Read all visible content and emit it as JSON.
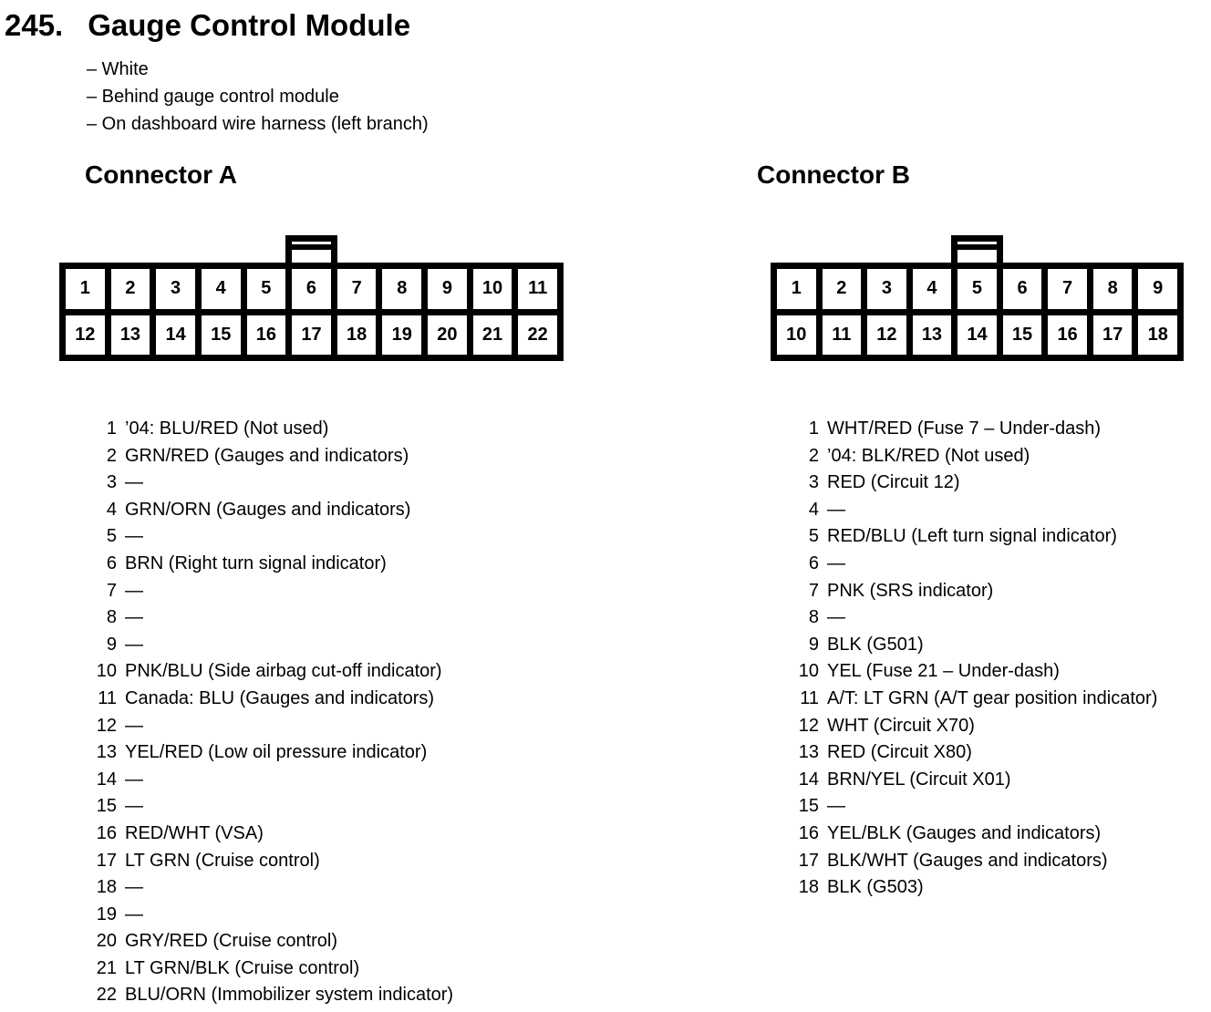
{
  "page": {
    "number": "245.",
    "title": "Gauge Control Module",
    "notes": [
      "– White",
      "– Behind gauge control module",
      "– On dashboard wire harness (left branch)"
    ]
  },
  "colors": {
    "ink": "#000000",
    "paper": "#ffffff"
  },
  "connector_a": {
    "heading": "Connector A",
    "rows": [
      [
        "1",
        "2",
        "3",
        "4",
        "5",
        "6",
        "7",
        "8",
        "9",
        "10",
        "11"
      ],
      [
        "12",
        "13",
        "14",
        "15",
        "16",
        "17",
        "18",
        "19",
        "20",
        "21",
        "22"
      ]
    ],
    "pins": [
      {
        "num": "1",
        "desc": "’04: BLU/RED (Not used)"
      },
      {
        "num": "2",
        "desc": "GRN/RED (Gauges and indicators)"
      },
      {
        "num": "3",
        "desc": "—"
      },
      {
        "num": "4",
        "desc": "GRN/ORN (Gauges and indicators)"
      },
      {
        "num": "5",
        "desc": "—"
      },
      {
        "num": "6",
        "desc": "BRN (Right turn signal indicator)"
      },
      {
        "num": "7",
        "desc": "—"
      },
      {
        "num": "8",
        "desc": "—"
      },
      {
        "num": "9",
        "desc": "—"
      },
      {
        "num": "10",
        "desc": "PNK/BLU (Side airbag cut-off indicator)"
      },
      {
        "num": "11",
        "desc": "Canada: BLU (Gauges and indicators)"
      },
      {
        "num": "12",
        "desc": "—"
      },
      {
        "num": "13",
        "desc": "YEL/RED (Low oil pressure indicator)"
      },
      {
        "num": "14",
        "desc": "—"
      },
      {
        "num": "15",
        "desc": "—"
      },
      {
        "num": "16",
        "desc": "RED/WHT (VSA)"
      },
      {
        "num": "17",
        "desc": "LT GRN (Cruise control)"
      },
      {
        "num": "18",
        "desc": "—"
      },
      {
        "num": "19",
        "desc": "—"
      },
      {
        "num": "20",
        "desc": "GRY/RED (Cruise control)"
      },
      {
        "num": "21",
        "desc": "LT GRN/BLK (Cruise control)"
      },
      {
        "num": "22",
        "desc": "BLU/ORN (Immobilizer system indicator)"
      }
    ]
  },
  "connector_b": {
    "heading": "Connector B",
    "rows": [
      [
        "1",
        "2",
        "3",
        "4",
        "5",
        "6",
        "7",
        "8",
        "9"
      ],
      [
        "10",
        "11",
        "12",
        "13",
        "14",
        "15",
        "16",
        "17",
        "18"
      ]
    ],
    "pins": [
      {
        "num": "1",
        "desc": "WHT/RED (Fuse 7 – Under-dash)"
      },
      {
        "num": "2",
        "desc": "’04: BLK/RED (Not used)"
      },
      {
        "num": "3",
        "desc": "RED (Circuit 12)"
      },
      {
        "num": "4",
        "desc": "—"
      },
      {
        "num": "5",
        "desc": "RED/BLU (Left turn signal indicator)"
      },
      {
        "num": "6",
        "desc": "—"
      },
      {
        "num": "7",
        "desc": "PNK (SRS indicator)"
      },
      {
        "num": "8",
        "desc": "—"
      },
      {
        "num": "9",
        "desc": "BLK (G501)"
      },
      {
        "num": "10",
        "desc": "YEL (Fuse 21 – Under-dash)"
      },
      {
        "num": "11",
        "desc": "A/T: LT GRN (A/T gear position indicator)"
      },
      {
        "num": "12",
        "desc": "WHT (Circuit X70)"
      },
      {
        "num": "13",
        "desc": "RED (Circuit X80)"
      },
      {
        "num": "14",
        "desc": "BRN/YEL (Circuit X01)"
      },
      {
        "num": "15",
        "desc": "—"
      },
      {
        "num": "16",
        "desc": "YEL/BLK (Gauges and indicators)"
      },
      {
        "num": "17",
        "desc": "BLK/WHT (Gauges and indicators)"
      },
      {
        "num": "18",
        "desc": "BLK (G503)"
      }
    ]
  }
}
